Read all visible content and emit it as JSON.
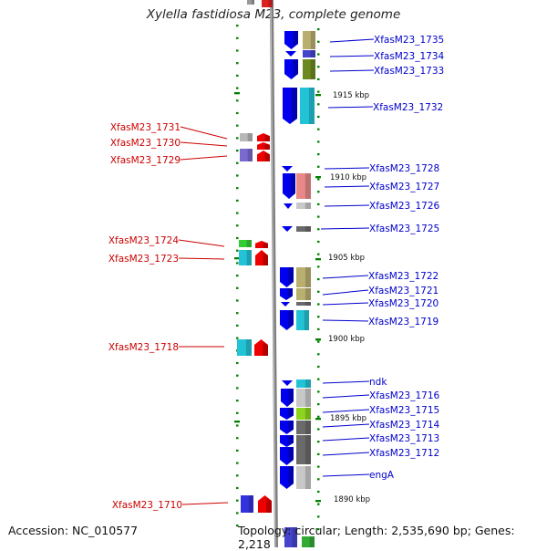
{
  "title": "Xylella fastidiosa M23, complete genome",
  "footer": {
    "accession": "Accession: NC_010577",
    "topology": "Topology: circular; Length: 2,535,690 bp; Genes: 2,218"
  },
  "scale_labels": [
    "1915 kbp",
    "1910 kbp",
    "1905 kbp",
    "1900 kbp",
    "1895 kbp",
    "1890 kbp"
  ],
  "colors": {
    "right_strand_label": "#0000cc",
    "left_strand_label": "#cc0000",
    "forward_arrow": "#0000ee",
    "reverse_arrow": "#ee0000",
    "axis": "#808080",
    "tick": "#008000"
  },
  "right_genes": [
    "XfasM23_1735",
    "XfasM23_1734",
    "XfasM23_1733",
    "XfasM23_1732",
    "XfasM23_1728",
    "XfasM23_1727",
    "XfasM23_1726",
    "XfasM23_1725",
    "XfasM23_1722",
    "XfasM23_1721",
    "XfasM23_1720",
    "XfasM23_1719",
    "ndk",
    "XfasM23_1716",
    "XfasM23_1715",
    "XfasM23_1714",
    "XfasM23_1713",
    "XfasM23_1712",
    "engA"
  ],
  "left_genes": [
    "XfasM23_1731",
    "XfasM23_1730",
    "XfasM23_1729",
    "XfasM23_1724",
    "XfasM23_1723",
    "XfasM23_1718",
    "XfasM23_1710"
  ]
}
